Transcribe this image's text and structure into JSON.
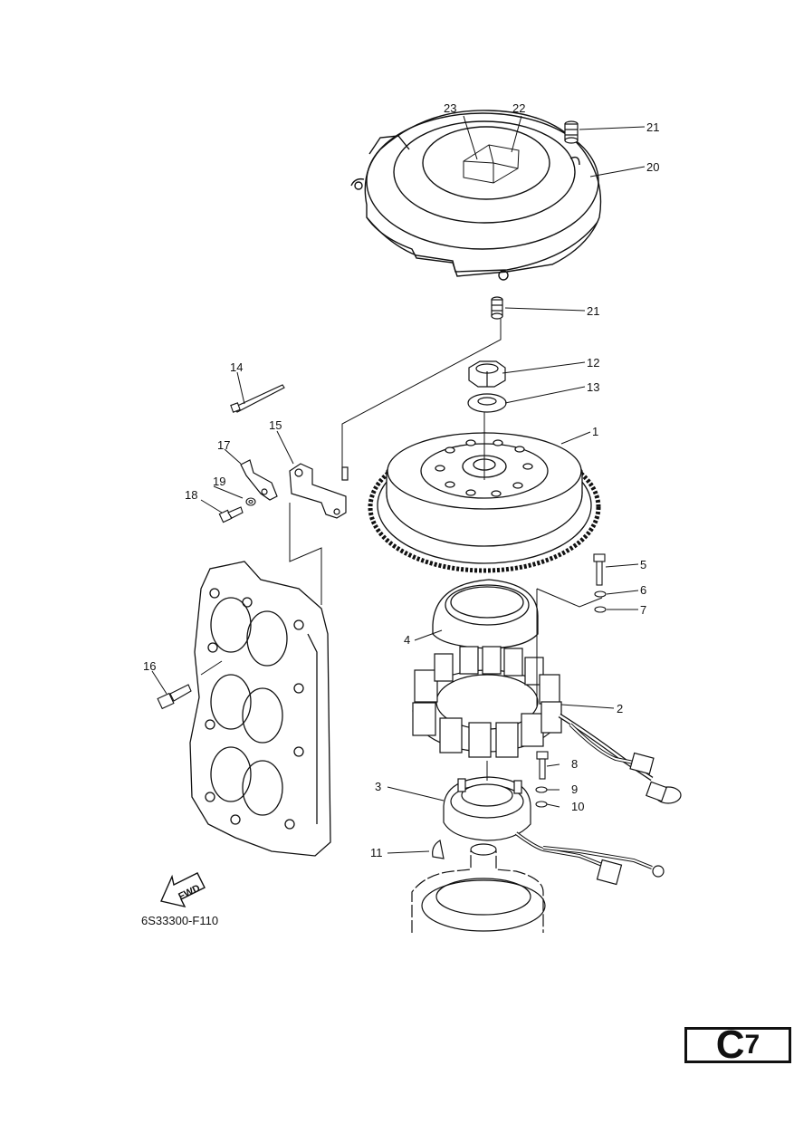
{
  "callouts": {
    "c1": "1",
    "c2": "2",
    "c3": "3",
    "c4": "4",
    "c5": "5",
    "c6": "6",
    "c7": "7",
    "c8": "8",
    "c9": "9",
    "c10": "10",
    "c11": "11",
    "c12": "12",
    "c13": "13",
    "c14": "14",
    "c15": "15",
    "c16": "16",
    "c17": "17",
    "c18": "18",
    "c19": "19",
    "c20": "20",
    "c21a": "21",
    "c21b": "21",
    "c22": "22",
    "c23": "23"
  },
  "direction_arrow": {
    "label": "FWD"
  },
  "drawing_code": "6S33300-F110",
  "page_code": {
    "letter": "C",
    "number": "7"
  }
}
